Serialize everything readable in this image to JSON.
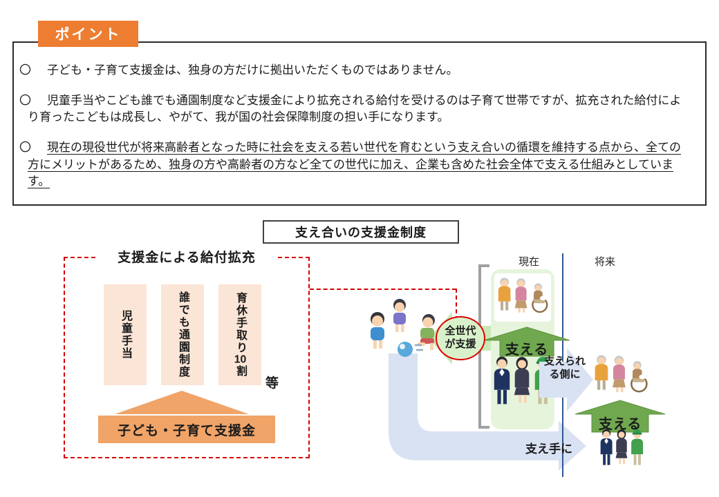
{
  "points": {
    "header": "ポイント",
    "bullets": [
      {
        "marker": "〇",
        "text": "子ども・子育て支援金は、独身の方だけに拠出いただくものではありません。",
        "underline": false
      },
      {
        "marker": "〇",
        "text": "児童手当やこども誰でも通園制度など支援金により拡充される給付を受けるのは子育て世帯ですが、拡充された給付により育ったこどもは成長し、やがて、我が国の社会保障制度の担い手になります。",
        "underline": false
      },
      {
        "marker": "〇",
        "text": "現在の現役世代が将来高齢者となった時に社会を支える若い世代を育むという支え合いの循環を維持する点から、全ての方にメリットがあるため、独身の方や高齢者の方など全ての世代に加え、企業も含めた社会全体で支える仕組みとしています。",
        "underline": true
      }
    ]
  },
  "diagram": {
    "title": "支え合いの支援金制度",
    "left": {
      "heading": "支援金による給付拡充",
      "benefits": [
        "児童手当",
        "誰でも通園制度",
        "育休手取り10割"
      ],
      "etc_label": "等",
      "fund_label": "子ども・子育て支援金"
    },
    "right": {
      "present_label": "現在",
      "future_label": "将来",
      "circle_line1": "全世代",
      "circle_line2": "が支援",
      "support_label": "支える",
      "supported_side_label": "支えられる側に",
      "supporter_label": "支え手に"
    }
  },
  "illustrations": [
    "children-playing",
    "elderly-group-present",
    "workers-group-present",
    "elderly-group-future",
    "workers-group-future"
  ],
  "colors": {
    "accent_orange": "#ED7D31",
    "light_peach": "#FBE5D6",
    "mid_orange": "#F0A468",
    "dashed_red": "#D40000",
    "arrow_green": "#6FA84E",
    "panel_light_green": "#E6F4DC",
    "circle_green": "#D9F1CB",
    "light_blue": "#D9E2F3",
    "timeline_navy": "#2F5597"
  }
}
